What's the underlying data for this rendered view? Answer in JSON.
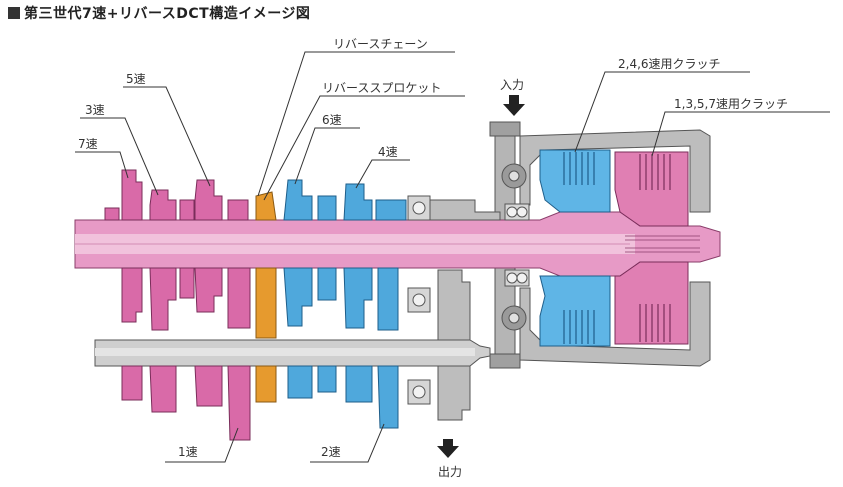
{
  "title": "第三世代7速+リバースDCT構造イメージ図",
  "labels": {
    "reverse_chain": "リバースチェーン",
    "reverse_sprocket": "リバーススプロケット",
    "gear_5": "5速",
    "gear_3": "3速",
    "gear_7": "7速",
    "gear_6": "6速",
    "gear_4": "4速",
    "gear_1": "1速",
    "gear_2": "2速",
    "input": "入力",
    "output": "出力",
    "clutch_even": "2,4,6速用クラッチ",
    "clutch_odd": "1,3,5,7速用クラッチ"
  },
  "colors": {
    "odd_gears": "#d96aa8",
    "odd_gears_dark": "#b84d8a",
    "even_gears": "#4fa8dc",
    "even_gears_dark": "#2f86bd",
    "reverse": "#e69a2e",
    "housing": "#a8a8a8",
    "housing_dark": "#7a7a7a",
    "shaft_pink": "#e79ac6",
    "shaft_grey": "#c8c8c8"
  }
}
